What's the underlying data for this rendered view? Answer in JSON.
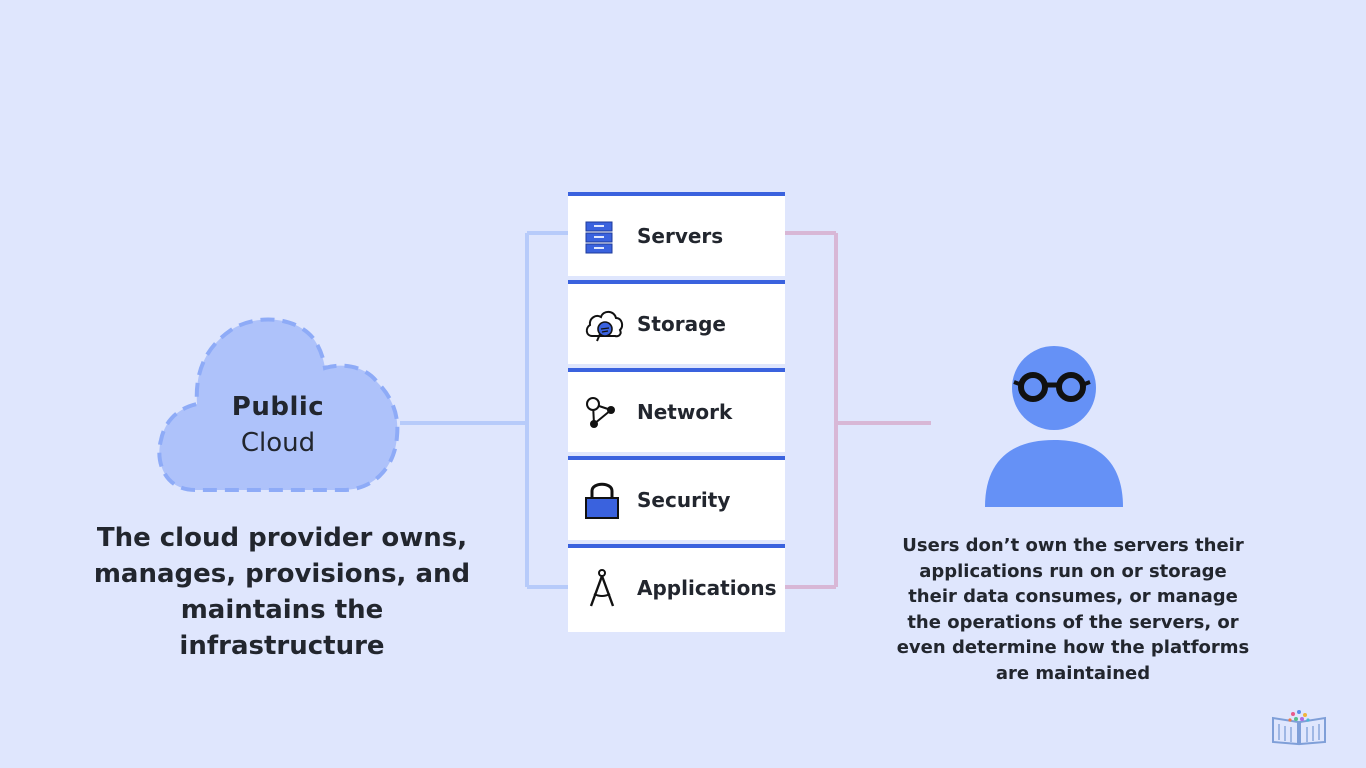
{
  "cloud": {
    "title": "Public",
    "subtitle": "Cloud"
  },
  "left_caption": "The cloud provider owns, manages, provisions, and maintains the infrastructure",
  "stack": {
    "items": [
      {
        "label": "Servers",
        "icon": "server-icon"
      },
      {
        "label": "Storage",
        "icon": "cloud-storage-icon"
      },
      {
        "label": "Network",
        "icon": "network-icon"
      },
      {
        "label": "Security",
        "icon": "lock-icon"
      },
      {
        "label": "Applications",
        "icon": "compass-icon"
      }
    ]
  },
  "right_caption": "Users don’t own the servers their applications run on or storage their data consumes, or manage the operations of the servers, or even determine how the platforms are maintained",
  "colors": {
    "background": "#dfe6fd",
    "accent_blue": "#3a62de",
    "cloud_fill": "#aec2fa",
    "cloud_dash": "#8eabf7",
    "user_blue": "#6591f6",
    "left_connector": "#b7cbfa",
    "right_connector": "#d8b7d6"
  }
}
